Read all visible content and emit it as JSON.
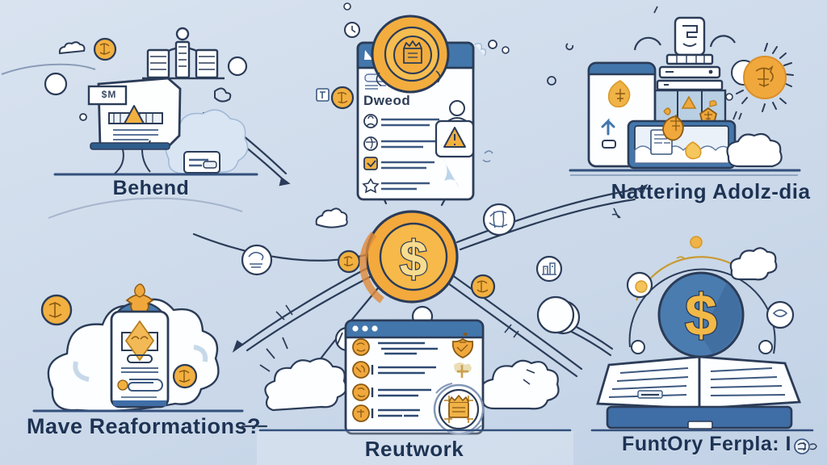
{
  "illustration": {
    "theme": "money-flow-infographic",
    "hub": {
      "icon": "dollar-coin",
      "symbol": "$"
    },
    "sections": {
      "top_left": {
        "label": "Behend",
        "tag": "$M",
        "icon": "monitor-document-bank"
      },
      "top_center": {
        "doc_text": "Dweod",
        "icon": "document-window-coin-warning"
      },
      "top_right": {
        "label": "Nattering Adolz-dia",
        "icon": "devices-printer-sun"
      },
      "bottom_left": {
        "label": "Mave Reaformations?",
        "icon": "smartphone-in-cloud"
      },
      "bottom_center": {
        "label": "Reutwork",
        "icon": "browser-list-crown-badge"
      },
      "bottom_right": {
        "label": "FuntOry Ferpla: I",
        "suffix_glyph": "scribble",
        "icon": "open-book-dollar-orbit"
      }
    },
    "palette": {
      "background_top": "#d9e3f0",
      "background_bottom": "#c2d2e6",
      "outline_navy": "#2b3c58",
      "gold": "#f2b040",
      "gold_light": "#f7ce6e",
      "gold_deep": "#e08f38",
      "blue_header": "#4377ac",
      "blue_panel": "#b9cfe4",
      "blue_circle": "#4a7cb0",
      "label_text": "#1d3354",
      "cloud_white": "#ffffff"
    }
  }
}
